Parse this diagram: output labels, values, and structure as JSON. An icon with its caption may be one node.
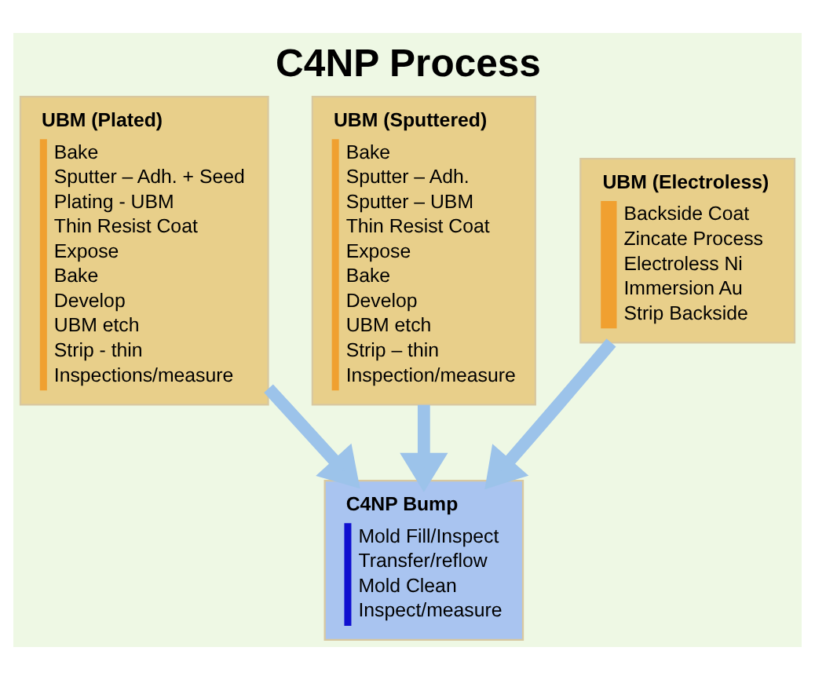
{
  "diagram": {
    "title": "C4NP Process",
    "nodes": [
      {
        "text": [
          "UBM (Plated)",
          "Bake",
          "Sputter – Adh. + Seed",
          "Plating - UBM",
          "Thin Resist Coat",
          "Expose",
          "Bake",
          "Develop",
          "UBM etch",
          "Strip - thin",
          "Inspections/measure"
        ]
      },
      {
        "text": [
          "UBM (Sputtered)",
          "Bake",
          "Sputter – Adh.",
          "Sputter – UBM",
          "Thin Resist Coat",
          "Expose",
          "Bake",
          "Develop",
          "UBM etch",
          "Strip – thin",
          "Inspection/measure"
        ]
      },
      {
        "text": [
          "UBM (Electroless)",
          "Backside Coat",
          "Zincate Process",
          "Electroless Ni",
          "Immersion Au",
          "Strip Backside"
        ]
      },
      {
        "text": [
          "C4NP Bump",
          "Mold Fill/Inspect",
          "Transfer/reflow",
          "Mold Clean",
          "Inspect/measure"
        ]
      }
    ],
    "edges": [
      {
        "from": 0,
        "to": 3,
        "arrow": "to"
      },
      {
        "from": 1,
        "to": 3,
        "arrow": "to"
      },
      {
        "from": 2,
        "to": 3,
        "arrow": "to"
      }
    ]
  }
}
